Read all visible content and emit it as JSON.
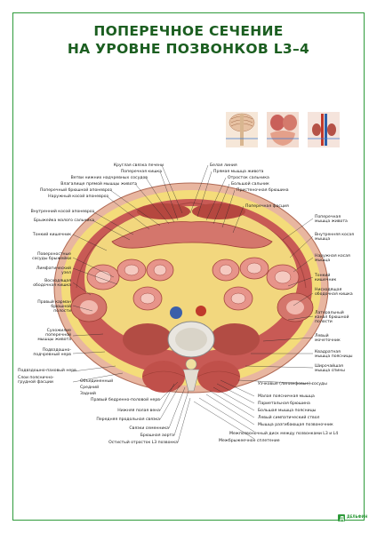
{
  "title": {
    "line1": "ПОПЕРЕЧНОЕ СЕЧЕНИЕ",
    "line2": "НА УРОВНЕ ПОЗВОНКОВ L3–4"
  },
  "publisher": "ДЕЛЬФИН",
  "colors": {
    "frame": "#2e9a3a",
    "title": "#1b5e20",
    "muscle": "#c85a55",
    "fat": "#f4dc7a",
    "skin": "#e8b6a0"
  },
  "labels_top": [
    "Круглая связка печени",
    "Поперечная кишка",
    "Ветви нижних надчревных сосудов",
    "Влагалище прямой мышцы живота",
    "Поперечный брюшной апоневроз",
    "Наружный косой апоневроз",
    "Внутренний косой апоневроз",
    "Брыжейка малого сальника"
  ],
  "labels_top_right": [
    "Белая линия",
    "Прямая мышца живота",
    "Отросток сальника",
    "Большой сальник",
    "Пристеночная брюшина",
    "Поперечная фасция"
  ],
  "labels_left": [
    "Тонкий кишечник",
    "Поверхностные сосуды брыжейки",
    "Лимфатический узел",
    "Восходящая ободочная кишка",
    "Правый карман брюшной полости",
    "Сухожилие поперечной мышцы живота",
    "Подвздошно-подчревный нерв",
    "Подвздошно-паховый нерв",
    "Слои пояснично-грудной фасции"
  ],
  "fascia_layers": [
    "Объединенный",
    "Средний",
    "Задний"
  ],
  "labels_right": [
    "Поперечная мышца живота",
    "Внутренняя косая мышца",
    "Наружная косая мышца",
    "Тонкий кишечник",
    "Нисходящая ободочная кишка",
    "Латеральный канал брюшной полости",
    "Левый мочеточник",
    "Квадратная мышца поясницы",
    "Широчайшая мышца спины",
    "Узчковые (линимфовые) сосуды"
  ],
  "labels_bottom_left": [
    "Правый бедренно-половой нерв",
    "Нижняя полая вена",
    "Передняя продольная связка",
    "Связки семенника",
    "Брюшная аорта",
    "Остистый отросток L3 позвонка"
  ],
  "labels_bottom_right": [
    "Малая поясничная мышца",
    "Париетальная брюшина",
    "Большая мышца поясницы",
    "Левый симпатический ствол",
    "Мышца разгибающая позвоночник",
    "Межпозвоночный диск между позвонками L3 и L4",
    "Межбрыжеечное сплетение"
  ]
}
